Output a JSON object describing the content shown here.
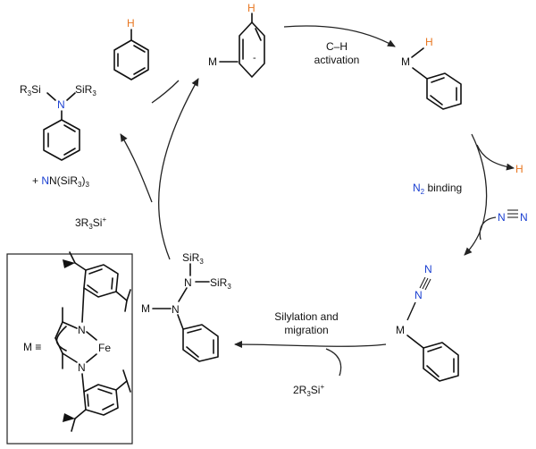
{
  "steps": {
    "ch_activation": [
      "C–H",
      "activation"
    ],
    "n2_binding": "binding",
    "silylation": [
      "Silylation and",
      "migration"
    ]
  },
  "labels": {
    "metal": "M",
    "h": "H",
    "n": "N",
    "fe": "Fe",
    "sir3": "SiR",
    "r3si": "R",
    "three": "3",
    "n2_n": "N",
    "n2_sub": "2",
    "dinitrogen": "N≡N",
    "plus_amine_prefix": "+ ",
    "amine": "N(SiR",
    "amine_close": ")",
    "reagent_3": "3R",
    "reagent_2": "2R",
    "si_plus": "Si",
    "plus": "+",
    "m_equiv": "M ≡",
    "minus": "-"
  },
  "colors": {
    "blue": "#1a3fd1",
    "orange": "#e87722"
  }
}
